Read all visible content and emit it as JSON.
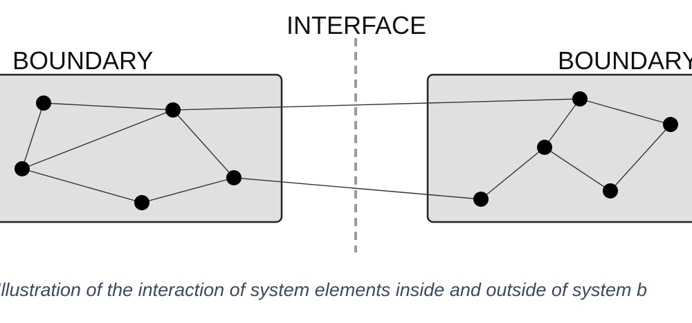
{
  "labels": {
    "interface": "INTERFACE",
    "boundary_left": "BOUNDARY",
    "boundary_right": "BOUNDARY"
  },
  "caption": "Illustration of the interaction of system elements inside and outside of system b",
  "colors": {
    "box_fill": "#e0e0e0",
    "box_stroke": "#222222",
    "interface_line": "#9a9a9a",
    "caption": "#3a4a63"
  },
  "systems": [
    {
      "name": "left-system",
      "nodes": [
        "node-1",
        "node-2",
        "node-3",
        "node-4",
        "node-5"
      ],
      "edges": [
        [
          "node-1",
          "node-2"
        ],
        [
          "node-1",
          "node-3"
        ],
        [
          "node-3",
          "node-2"
        ],
        [
          "node-2",
          "node-4"
        ],
        [
          "node-3",
          "node-5"
        ],
        [
          "node-5",
          "node-4"
        ]
      ]
    },
    {
      "name": "right-system",
      "nodes": [
        "node-6",
        "node-7",
        "node-8",
        "node-9",
        "node-10"
      ],
      "edges": [
        [
          "node-6",
          "node-7"
        ],
        [
          "node-6",
          "node-8"
        ],
        [
          "node-8",
          "node-9"
        ],
        [
          "node-8",
          "node-10"
        ],
        [
          "node-7",
          "node-10"
        ]
      ]
    }
  ],
  "cross_edges": [
    [
      "node-2",
      "node-6"
    ],
    [
      "node-4",
      "node-9"
    ]
  ]
}
